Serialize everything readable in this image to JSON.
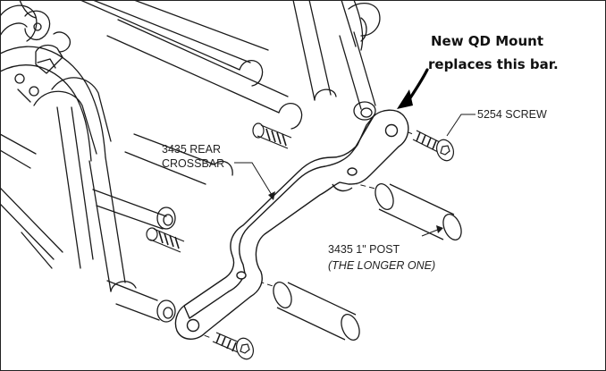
{
  "callout": {
    "line1": "New QD Mount",
    "line2": "replaces this bar."
  },
  "parts": {
    "screw_label": "5254  SCREW",
    "crossbar_label_line1": "3435 REAR",
    "crossbar_label_line2": "CROSSBAR",
    "post_label_line1": "3435 1\" POST",
    "post_label_line2": "(THE LONGER ONE)"
  },
  "colors": {
    "line": "#1a1a1a",
    "part_fill": "#ffffff",
    "arrow": "#000000"
  }
}
